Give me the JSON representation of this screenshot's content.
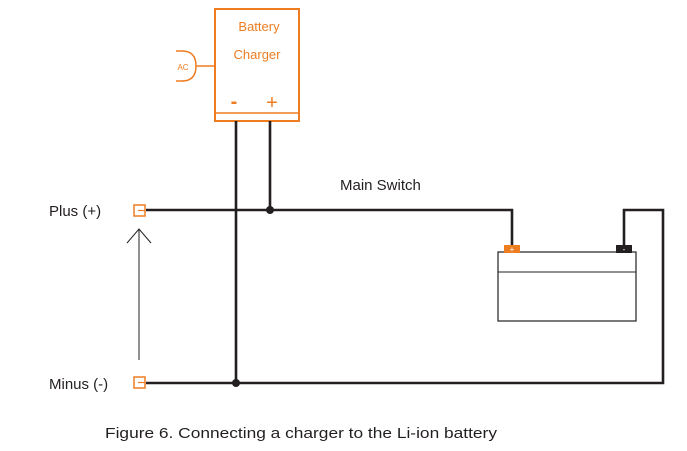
{
  "charger": {
    "line1": "Battery",
    "line2": "Charger",
    "minus": "-",
    "plus": "+",
    "ac": "AC"
  },
  "labels": {
    "plus_terminal": "Plus (+)",
    "minus_terminal": "Minus (-)",
    "main_switch": "Main Switch"
  },
  "battery": {
    "pos_mark": "+",
    "neg_mark": "-"
  },
  "caption": "Figure 6. Connecting a charger to the Li-ion battery",
  "colors": {
    "accent": "#ee7d22",
    "wire": "#231f20",
    "outline": "#231f20"
  }
}
